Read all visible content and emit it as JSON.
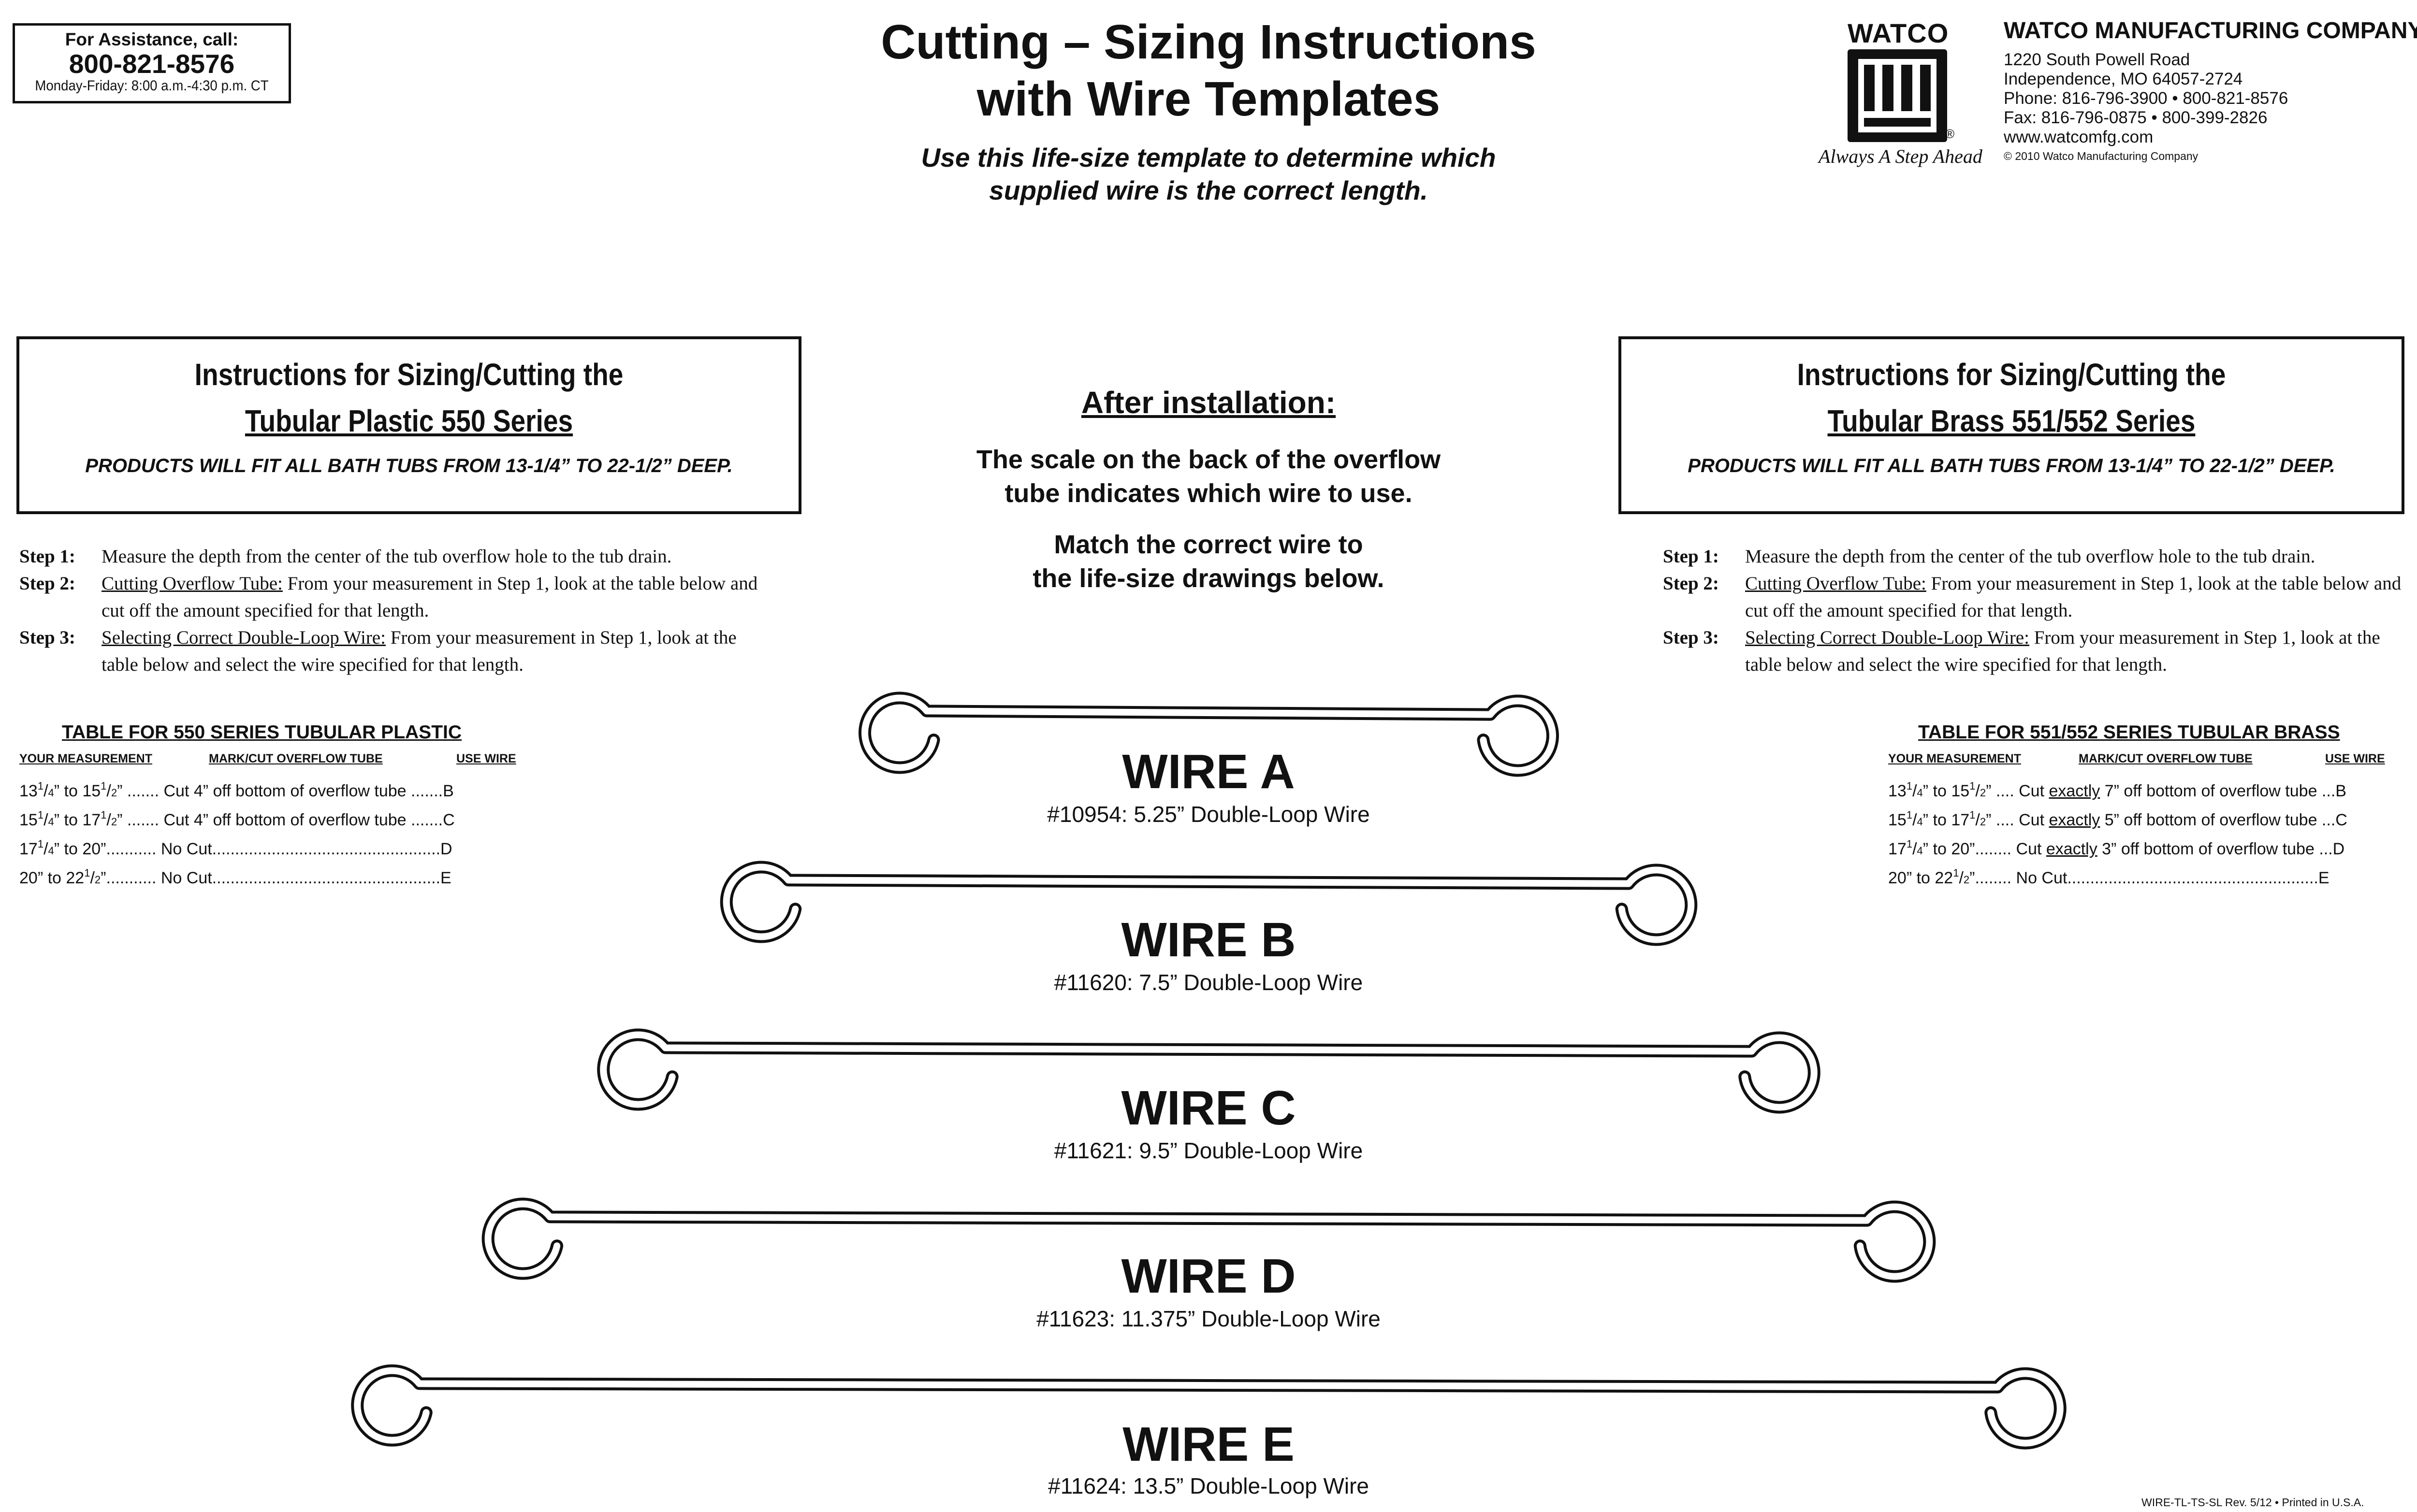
{
  "assistance": {
    "label": "For Assistance, call:",
    "phone": "800-821-8576",
    "hours": "Monday-Friday: 8:00 a.m.-4:30 p.m. CT"
  },
  "title": {
    "line1": "Cutting – Sizing Instructions",
    "line2": "with Wire Templates",
    "sub1": "Use this life-size template to determine which",
    "sub2": "supplied wire is the correct length."
  },
  "company": {
    "logo_word": "WATCO",
    "registered": "®",
    "tagline": "Always A Step Ahead",
    "name": "WATCO MANUFACTURING COMPANY",
    "address1": "1220 South Powell Road",
    "address2": "Independence, MO  64057-2724",
    "phone": "Phone: 816-796-3900  •  800-821-8576",
    "fax": "Fax: 816-796-0875  •  800-399-2826",
    "web": "www.watcomfg.com",
    "copyright": "© 2010 Watco Manufacturing Company"
  },
  "left": {
    "box_h1": "Instructions for Sizing/Cutting the",
    "box_h2": "Tubular Plastic 550 Series",
    "box_note": "PRODUCTS WILL FIT ALL BATH TUBS FROM 13-1/4” TO 22-1/2” DEEP.",
    "step1_label": "Step 1:",
    "step1_text": "Measure the depth from the center of the tub overflow hole to the tub drain.",
    "step2_label": "Step 2:",
    "step2_link": "Cutting Overflow Tube:",
    "step2_text": " From your measurement in Step 1, look at the table below and cut off the amount specified for that length.",
    "step3_label": "Step 3:",
    "step3_link": "Selecting Correct Double-Loop Wire:",
    "step3_text": " From your measurement in Step 1, look at the table below and select the wire specified for that length.",
    "table_title": "TABLE FOR 550 SERIES TUBULAR PLASTIC",
    "col1": "YOUR MEASUREMENT",
    "col2": "MARK/CUT OVERFLOW TUBE",
    "col3": "USE WIRE",
    "rows": [
      {
        "m": "13",
        "mf": "1",
        "md": "4",
        "m2": "” to 15",
        "m2f": "1",
        "m2d": "2",
        "tail": "” ....... Cut 4” off bottom of overflow tube  .......B"
      },
      {
        "m": "15",
        "mf": "1",
        "md": "4",
        "m2": "” to 17",
        "m2f": "1",
        "m2d": "2",
        "tail": "” ....... Cut 4” off bottom of overflow tube  .......C"
      },
      {
        "m": "17",
        "mf": "1",
        "md": "4",
        "m2": "” to 20”",
        "m2f": "",
        "m2d": "",
        "tail": "........... No Cut..................................................D"
      },
      {
        "m": "20” to 22",
        "mf": "1",
        "md": "2",
        "m2": "”",
        "m2f": "",
        "m2d": "",
        "tail": "........... No Cut..................................................E"
      }
    ]
  },
  "right": {
    "box_h1": "Instructions for Sizing/Cutting the",
    "box_h2": "Tubular Brass 551/552 Series",
    "box_note": "PRODUCTS WILL FIT ALL BATH TUBS FROM 13-1/4” TO 22-1/2” DEEP.",
    "step1_label": "Step 1:",
    "step1_text": "Measure the depth from the center of the tub overflow hole to the tub drain.",
    "step2_label": "Step 2:",
    "step2_link": "Cutting Overflow Tube:",
    "step2_text": "  From your measurement in Step 1, look at the table below and cut off the amount specified for that length.",
    "step3_label": "Step 3:",
    "step3_link": "Selecting Correct Double-Loop Wire:",
    "step3_text": "  From your measurement in Step 1, look at the table below and select the wire specified for that length.",
    "table_title": "TABLE FOR 551/552 SERIES TUBULAR BRASS",
    "col1": "YOUR MEASUREMENT",
    "col2": "MARK/CUT OVERFLOW TUBE",
    "col3": "USE WIRE",
    "rows": [
      {
        "m": "13",
        "mf": "1",
        "md": "4",
        "m2": "” to 15",
        "m2f": "1",
        "m2d": "2",
        "pre": "” .... Cut ",
        "ex": "exactly",
        "tail": " 7” off bottom of overflow tube ...B"
      },
      {
        "m": "15",
        "mf": "1",
        "md": "4",
        "m2": "” to 17",
        "m2f": "1",
        "m2d": "2",
        "pre": "” .... Cut ",
        "ex": "exactly",
        "tail": " 5” off bottom of overflow tube ...C"
      },
      {
        "m": "17",
        "mf": "1",
        "md": "4",
        "m2": "” to 20”",
        "m2f": "",
        "m2d": "",
        "pre": "........ Cut ",
        "ex": "exactly",
        "tail": " 3” off bottom of overflow tube ...D"
      },
      {
        "m": "20” to 22",
        "mf": "1",
        "md": "2",
        "m2": "”",
        "m2f": "",
        "m2d": "",
        "pre": "........ No Cut.......................................................E",
        "ex": "",
        "tail": ""
      }
    ]
  },
  "center": {
    "after_title": "After installation:",
    "p1_l1": "The scale on the back of the overflow",
    "p1_l2": "tube indicates which wire to use.",
    "p2_l1": "Match the correct wire to",
    "p2_l2": "the life-size drawings below."
  },
  "wires": [
    {
      "name": "WIRE A",
      "desc": "#10954: 5.25” Double-Loop Wire",
      "length_in": 5.25
    },
    {
      "name": "WIRE B",
      "desc": "#11620: 7.5” Double-Loop Wire",
      "length_in": 7.5
    },
    {
      "name": "WIRE C",
      "desc": "#11621: 9.5” Double-Loop Wire",
      "length_in": 9.5
    },
    {
      "name": "WIRE D",
      "desc": "#11623: 11.375” Double-Loop Wire",
      "length_in": 11.375
    },
    {
      "name": "WIRE E",
      "desc": "#11624: 13.5” Double-Loop Wire",
      "length_in": 13.5
    }
  ],
  "footer": "WIRE-TL-TS-SL  Rev. 5/12  •  Printed in U.S.A."
}
